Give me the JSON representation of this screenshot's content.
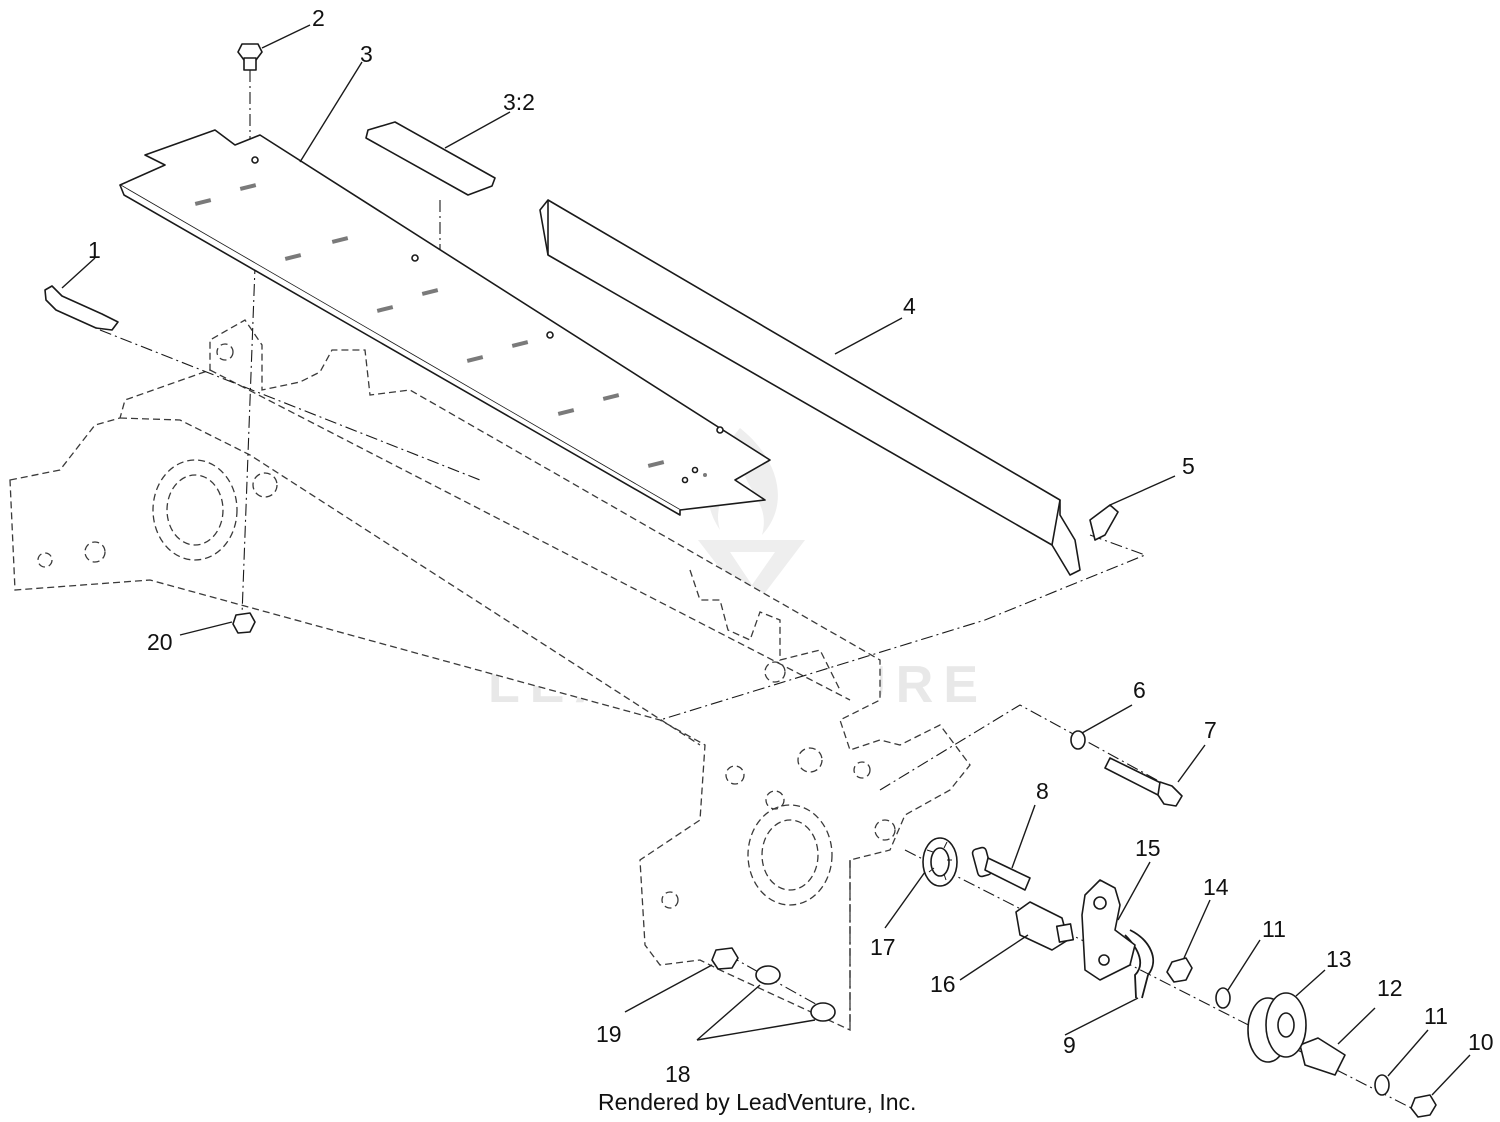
{
  "watermark": "LEADVENTURE",
  "credit": "Rendered by LeadVenture, Inc.",
  "callouts": [
    "1",
    "2",
    "3",
    "3:2",
    "4",
    "5",
    "6",
    "7",
    "8",
    "9",
    "10",
    "11",
    "11",
    "12",
    "13",
    "14",
    "15",
    "16",
    "17",
    "18",
    "19",
    "20"
  ]
}
